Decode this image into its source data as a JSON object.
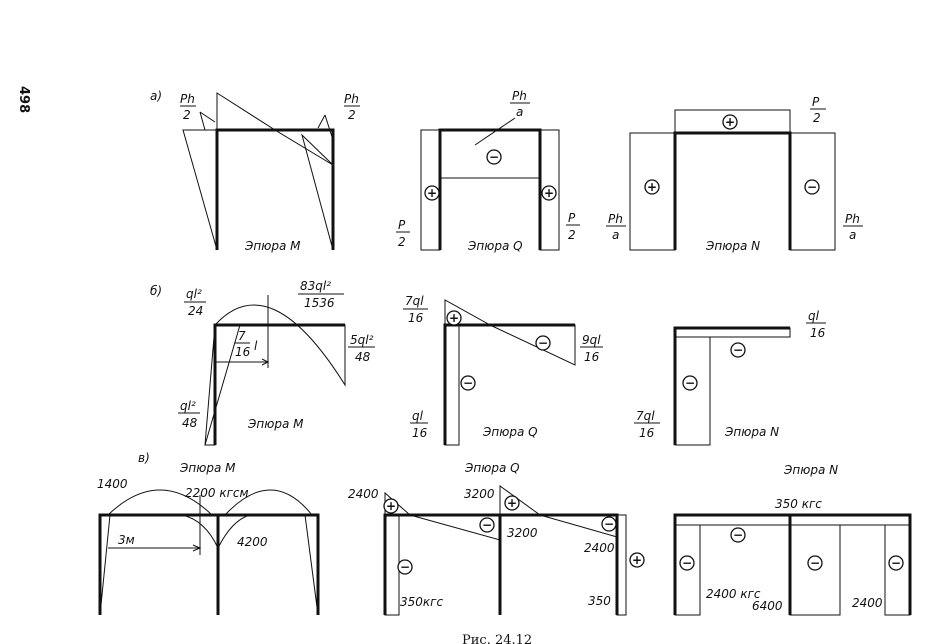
{
  "page_number": "498",
  "caption": "Рис. 24.12",
  "diagram_a": {
    "label": "а)",
    "moment": {
      "title": "Эпюра M",
      "left": {
        "num": "Ph",
        "den": "2"
      },
      "right": {
        "num": "Ph",
        "den": "2"
      }
    },
    "shear": {
      "title": "Эпюра Q",
      "beam": {
        "num": "Ph",
        "den": "a"
      },
      "left": {
        "num": "P",
        "den": "2"
      },
      "right": {
        "num": "P",
        "den": "2"
      },
      "signs": [
        "+",
        "−",
        "+"
      ]
    },
    "normal": {
      "title": "Эпюра N",
      "beam": {
        "num": "P",
        "den": "2"
      },
      "left": {
        "num": "Ph",
        "den": "a"
      },
      "right": {
        "num": "Ph",
        "den": "a"
      },
      "signs": [
        "+",
        "+",
        "−"
      ]
    }
  },
  "diagram_b": {
    "label": "б)",
    "moment": {
      "title": "Эпюра M",
      "top_left": {
        "num": "ql²",
        "den": "24"
      },
      "peak": {
        "num": "83ql²",
        "den": "1536"
      },
      "dist": {
        "num": "7",
        "den": "16",
        "suffix": "l"
      },
      "right": {
        "num": "5ql²",
        "den": "48"
      },
      "bottom": {
        "num": "ql²",
        "den": "48"
      }
    },
    "shear": {
      "title": "Эпюра Q",
      "top": {
        "num": "7ql",
        "den": "16"
      },
      "right": {
        "num": "9ql",
        "den": "16"
      },
      "bottom": {
        "num": "ql",
        "den": "16"
      },
      "signs": [
        "+",
        "−",
        "−"
      ]
    },
    "normal": {
      "title": "Эпюра N",
      "beam": {
        "num": "ql",
        "den": "16"
      },
      "column": {
        "num": "7ql",
        "den": "16"
      },
      "signs": [
        "−",
        "−"
      ]
    }
  },
  "diagram_c": {
    "label": "в)",
    "moment": {
      "title": "Эпюра M",
      "corner": "1400",
      "peak": "2200 кгсм",
      "dist": "3м",
      "middle": "4200"
    },
    "shear": {
      "title": "Эпюра Q",
      "left_top": "2400",
      "mid_top": "3200",
      "mid_bottom": "3200",
      "right": "2400",
      "left_col": "350кгс",
      "right_col": "350",
      "signs": [
        "+",
        "−",
        "+",
        "−",
        "−",
        "+"
      ]
    },
    "normal": {
      "title": "Эпюра N",
      "beam": "350 кгс",
      "left": "2400 кгс",
      "middle": "6400",
      "right": "2400",
      "signs": [
        "−",
        "−",
        "−",
        "−"
      ]
    }
  }
}
